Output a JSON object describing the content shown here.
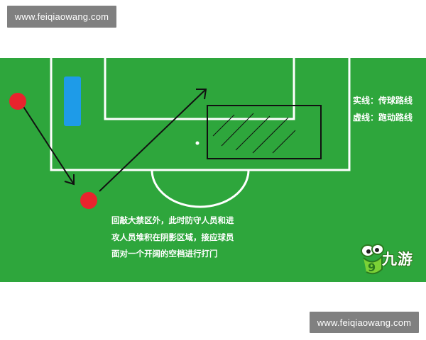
{
  "watermark": {
    "top": "www.feiqiaowang.com",
    "bottom": "www.feiqiaowang.com"
  },
  "legend": {
    "solid": "实线：传球路线",
    "dashed": "虚线：跑动路线"
  },
  "caption": {
    "line1": "回敲大禁区外，此时防守人员和进",
    "line2": "攻人员堆积在阴影区域，接应球员",
    "line3": "面对一个开阔的空档进行打门"
  },
  "logo": {
    "text": "九游",
    "glyph": "9"
  },
  "colors": {
    "pitch": "#2ea63c",
    "lines": "#ffffff",
    "player": "#e8232d",
    "defender": "#1e9be8",
    "arrow": "#111111"
  },
  "icons": [
    "player-dot-icon",
    "defender-bar-icon",
    "pass-arrow-icon",
    "frog-logo-icon"
  ]
}
